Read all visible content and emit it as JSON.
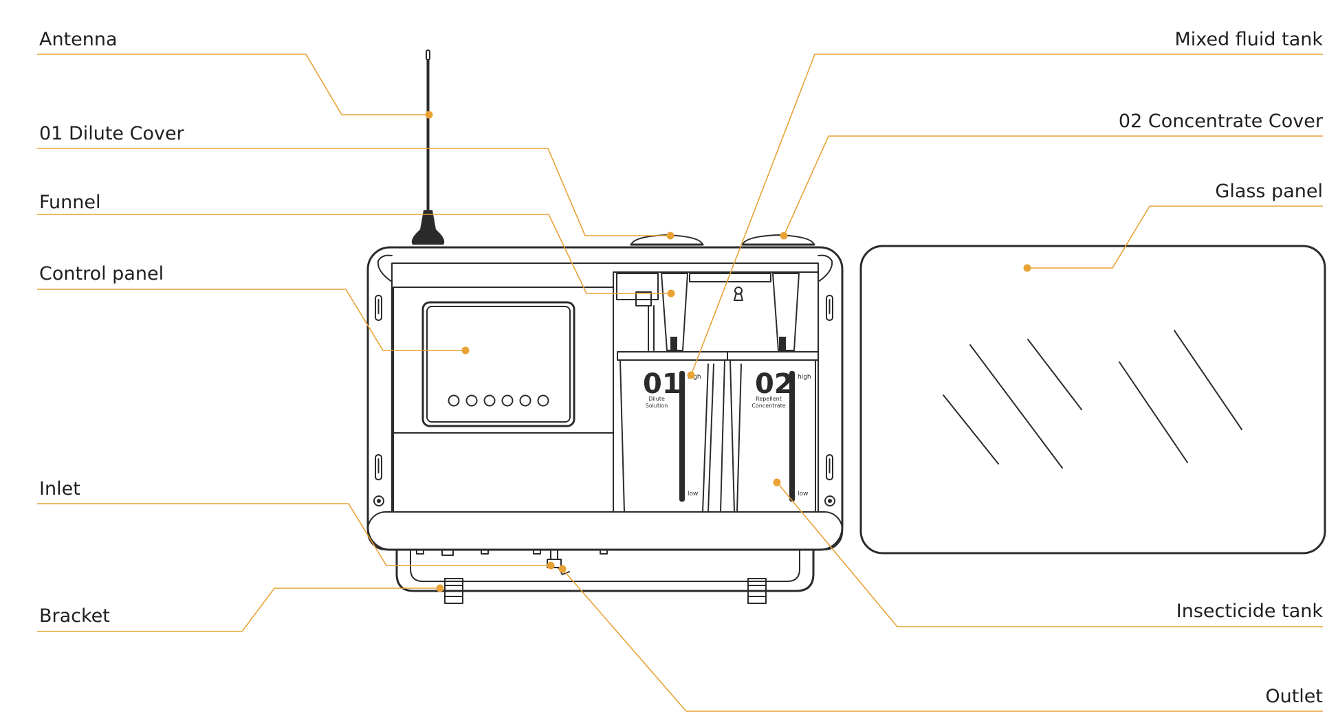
{
  "callouts": {
    "antenna": "Antenna",
    "dilute_cover": "01 Dilute Cover",
    "funnel": "Funnel",
    "control_panel": "Control panel",
    "inlet": "Inlet",
    "bracket": "Bracket",
    "mixed_fluid_tank": "Mixed fluid tank",
    "concentrate_cover": "02 Concentrate Cover",
    "glass_panel": "Glass panel",
    "insecticide_tank": "Insecticide tank",
    "outlet": "Outlet"
  },
  "tank1": {
    "number": "01",
    "line1": "Dilute",
    "line2": "Solution",
    "high": "high",
    "low": "low"
  },
  "tank2": {
    "number": "02",
    "line1": "Repellent",
    "line2": "Concentrate",
    "high": "high",
    "low": "low"
  },
  "colors": {
    "leader": "#e8a235",
    "device": "#2b2b2b"
  }
}
